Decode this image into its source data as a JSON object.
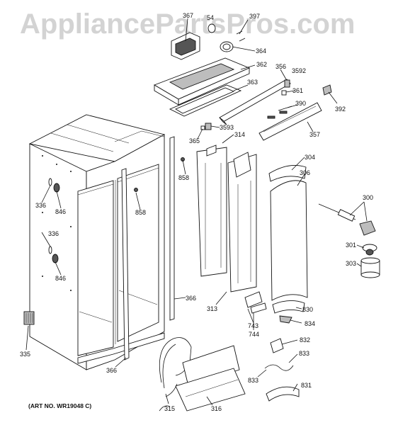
{
  "watermark": "AppliancePartsPros.com",
  "art_number": "(ART NO. WR19048 C)",
  "parts": [
    {
      "key": "p367",
      "number": "367"
    },
    {
      "key": "p54",
      "number": "54"
    },
    {
      "key": "p397",
      "number": "397"
    },
    {
      "key": "p364",
      "number": "364"
    },
    {
      "key": "p362",
      "number": "362"
    },
    {
      "key": "p356",
      "number": "356"
    },
    {
      "key": "p3592",
      "number": "3592"
    },
    {
      "key": "p363",
      "number": "363"
    },
    {
      "key": "p361",
      "number": "361"
    },
    {
      "key": "p392",
      "number": "392"
    },
    {
      "key": "p390",
      "number": "390"
    },
    {
      "key": "p3593",
      "number": "3593"
    },
    {
      "key": "p314",
      "number": "314"
    },
    {
      "key": "p357",
      "number": "357"
    },
    {
      "key": "p365",
      "number": "365"
    },
    {
      "key": "p304",
      "number": "304"
    },
    {
      "key": "p858a",
      "number": "858"
    },
    {
      "key": "p306",
      "number": "306"
    },
    {
      "key": "p336a",
      "number": "336"
    },
    {
      "key": "p846a",
      "number": "846"
    },
    {
      "key": "p858b",
      "number": "858"
    },
    {
      "key": "p300",
      "number": "300"
    },
    {
      "key": "p336b",
      "number": "336"
    },
    {
      "key": "p301",
      "number": "301"
    },
    {
      "key": "p303",
      "number": "303"
    },
    {
      "key": "p846b",
      "number": "846"
    },
    {
      "key": "p366a",
      "number": "366"
    },
    {
      "key": "p313",
      "number": "313"
    },
    {
      "key": "p830",
      "number": "830"
    },
    {
      "key": "p743",
      "number": "743"
    },
    {
      "key": "p834",
      "number": "834"
    },
    {
      "key": "p744",
      "number": "744"
    },
    {
      "key": "p832",
      "number": "832"
    },
    {
      "key": "p335",
      "number": "335"
    },
    {
      "key": "p366b",
      "number": "366"
    },
    {
      "key": "p833a",
      "number": "833"
    },
    {
      "key": "p833b",
      "number": "833"
    },
    {
      "key": "p831",
      "number": "831"
    },
    {
      "key": "p315",
      "number": "315"
    },
    {
      "key": "p316",
      "number": "316"
    }
  ]
}
